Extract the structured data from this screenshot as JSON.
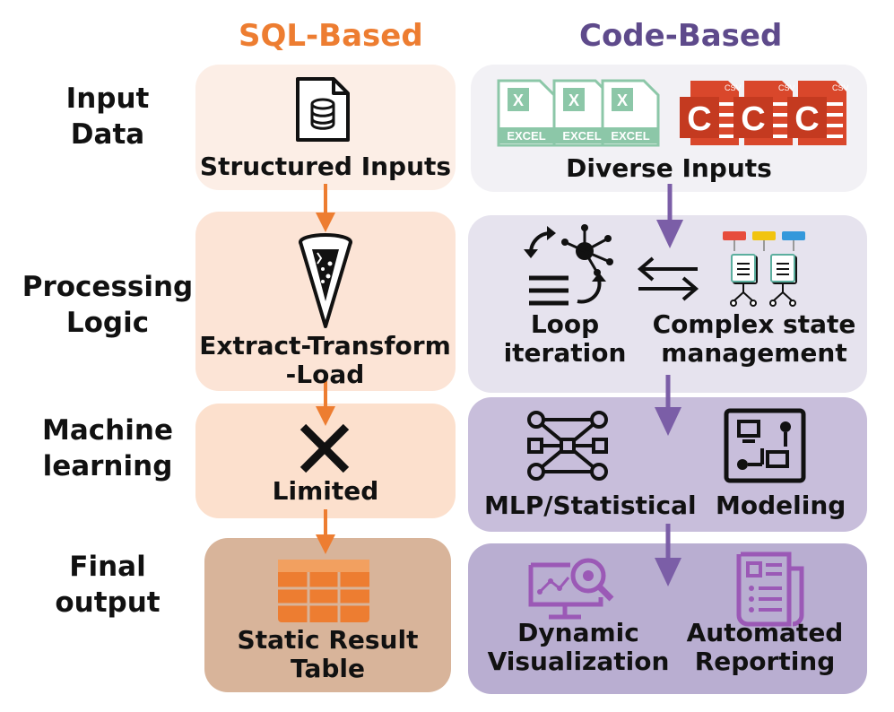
{
  "headers": {
    "sql": "SQL-Based",
    "code": "Code-Based"
  },
  "row_labels": {
    "input_line1": "Input",
    "input_line2": "Data",
    "processing_line1": "Processing",
    "processing_line2": "Logic",
    "ml_line1": "Machine",
    "ml_line2": "learning",
    "output_line1": "Final",
    "output_line2": "output"
  },
  "sql": {
    "input": "Structured Inputs",
    "processing_line1": "Extract-Transform",
    "processing_line2": "-Load",
    "ml": "Limited",
    "output_line1": "Static Result",
    "output_line2": "Table"
  },
  "code": {
    "input": "Diverse Inputs",
    "excel_label": "EXCEL",
    "csv_label": "CSV",
    "csv_letter": "C",
    "loop_line1": "Loop",
    "loop_line2": "iteration",
    "state_line1": "Complex state",
    "state_line2": "management",
    "mlp": "MLP/Statistical",
    "modeling": "Modeling",
    "viz_line1": "Dynamic",
    "viz_line2": "Visualization",
    "report_line1": "Automated",
    "report_line2": "Reporting"
  },
  "colors": {
    "sql_header": "#ED7D31",
    "code_header": "#5E4A8B",
    "sql_panel_1": "#FCEEE6",
    "sql_panel_2": "#FCE4D6",
    "sql_panel_3": "#FCE0CD",
    "sql_panel_4": "#D8B49A",
    "code_panel_1": "#F2F1F5",
    "code_panel_2": "#E6E3EE",
    "code_panel_3": "#C8BEDB",
    "code_panel_4": "#B9AED1",
    "orange_arrow": "#ED7D31",
    "purple_arrow": "#7B5EA7",
    "excel_green": "#8CC7A8",
    "csv_red": "#D9472B",
    "purple_icon": "#9B59B6"
  }
}
